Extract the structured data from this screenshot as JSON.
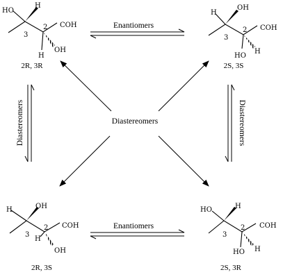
{
  "atoms": {
    "hydroxyl": "HO",
    "hydroxyl_r": "OH",
    "acid": "COH",
    "hydrogen": "H"
  },
  "locants": {
    "c2": "2",
    "c3": "3"
  },
  "molecules": {
    "top_left": {
      "config": "2R, 3R"
    },
    "top_right": {
      "config": "2S, 3S"
    },
    "bottom_left": {
      "config": "2R, 3S"
    },
    "bottom_right": {
      "config": "2S, 3R"
    }
  },
  "relations": {
    "top": "Enantiomers",
    "bottom": "Enantiomers",
    "center": "Diastereomers",
    "left": "Diastereomers",
    "right": "Diastereomers"
  }
}
